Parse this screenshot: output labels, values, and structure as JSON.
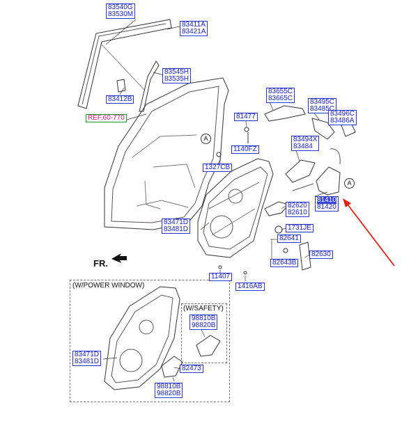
{
  "labels": {
    "p83540G": [
      "83540G",
      "83530M"
    ],
    "p83411A": [
      "83411A",
      "83421A"
    ],
    "p83545H": [
      "83545H",
      "83535H"
    ],
    "p83412B": [
      "83412B"
    ],
    "ref": [
      "REF.60-770"
    ],
    "p83655C": [
      "83655C",
      "83665C"
    ],
    "p83495C": [
      "83495C",
      "83485C"
    ],
    "p83496C": [
      "83496C",
      "83486A"
    ],
    "p81477": [
      "81477"
    ],
    "p1140FZ": [
      "1140FZ"
    ],
    "p83494X": [
      "83494X",
      "83484"
    ],
    "p1327CB": [
      "1327CB"
    ],
    "p81410": [
      "81410",
      "81420"
    ],
    "p82620": [
      "82620",
      "82610"
    ],
    "p83471D_top": [
      "83471D",
      "83481D"
    ],
    "p1731JE": [
      "1731JE"
    ],
    "p82641": [
      "82641"
    ],
    "p82630": [
      "82630"
    ],
    "p82643B": [
      "82643B"
    ],
    "p11407": [
      "11407"
    ],
    "p1416AB": [
      "1416AB"
    ],
    "p98810B_top": [
      "98810B",
      "98820B"
    ],
    "p83471D_bot": [
      "83471D",
      "83481D"
    ],
    "p82473": [
      "82473"
    ],
    "p98810B_bot": [
      "98810B",
      "98820B"
    ]
  },
  "text": {
    "power_window": "(W/POWER WINDOW)",
    "safety": "(W/SAFETY)",
    "fr": "FR.",
    "circle_a": "A"
  },
  "colors": {
    "label_border": "#2b35d6",
    "label_text": "#1a22c8",
    "ref_text": "#d2198a",
    "arrow": "#e0241b"
  }
}
